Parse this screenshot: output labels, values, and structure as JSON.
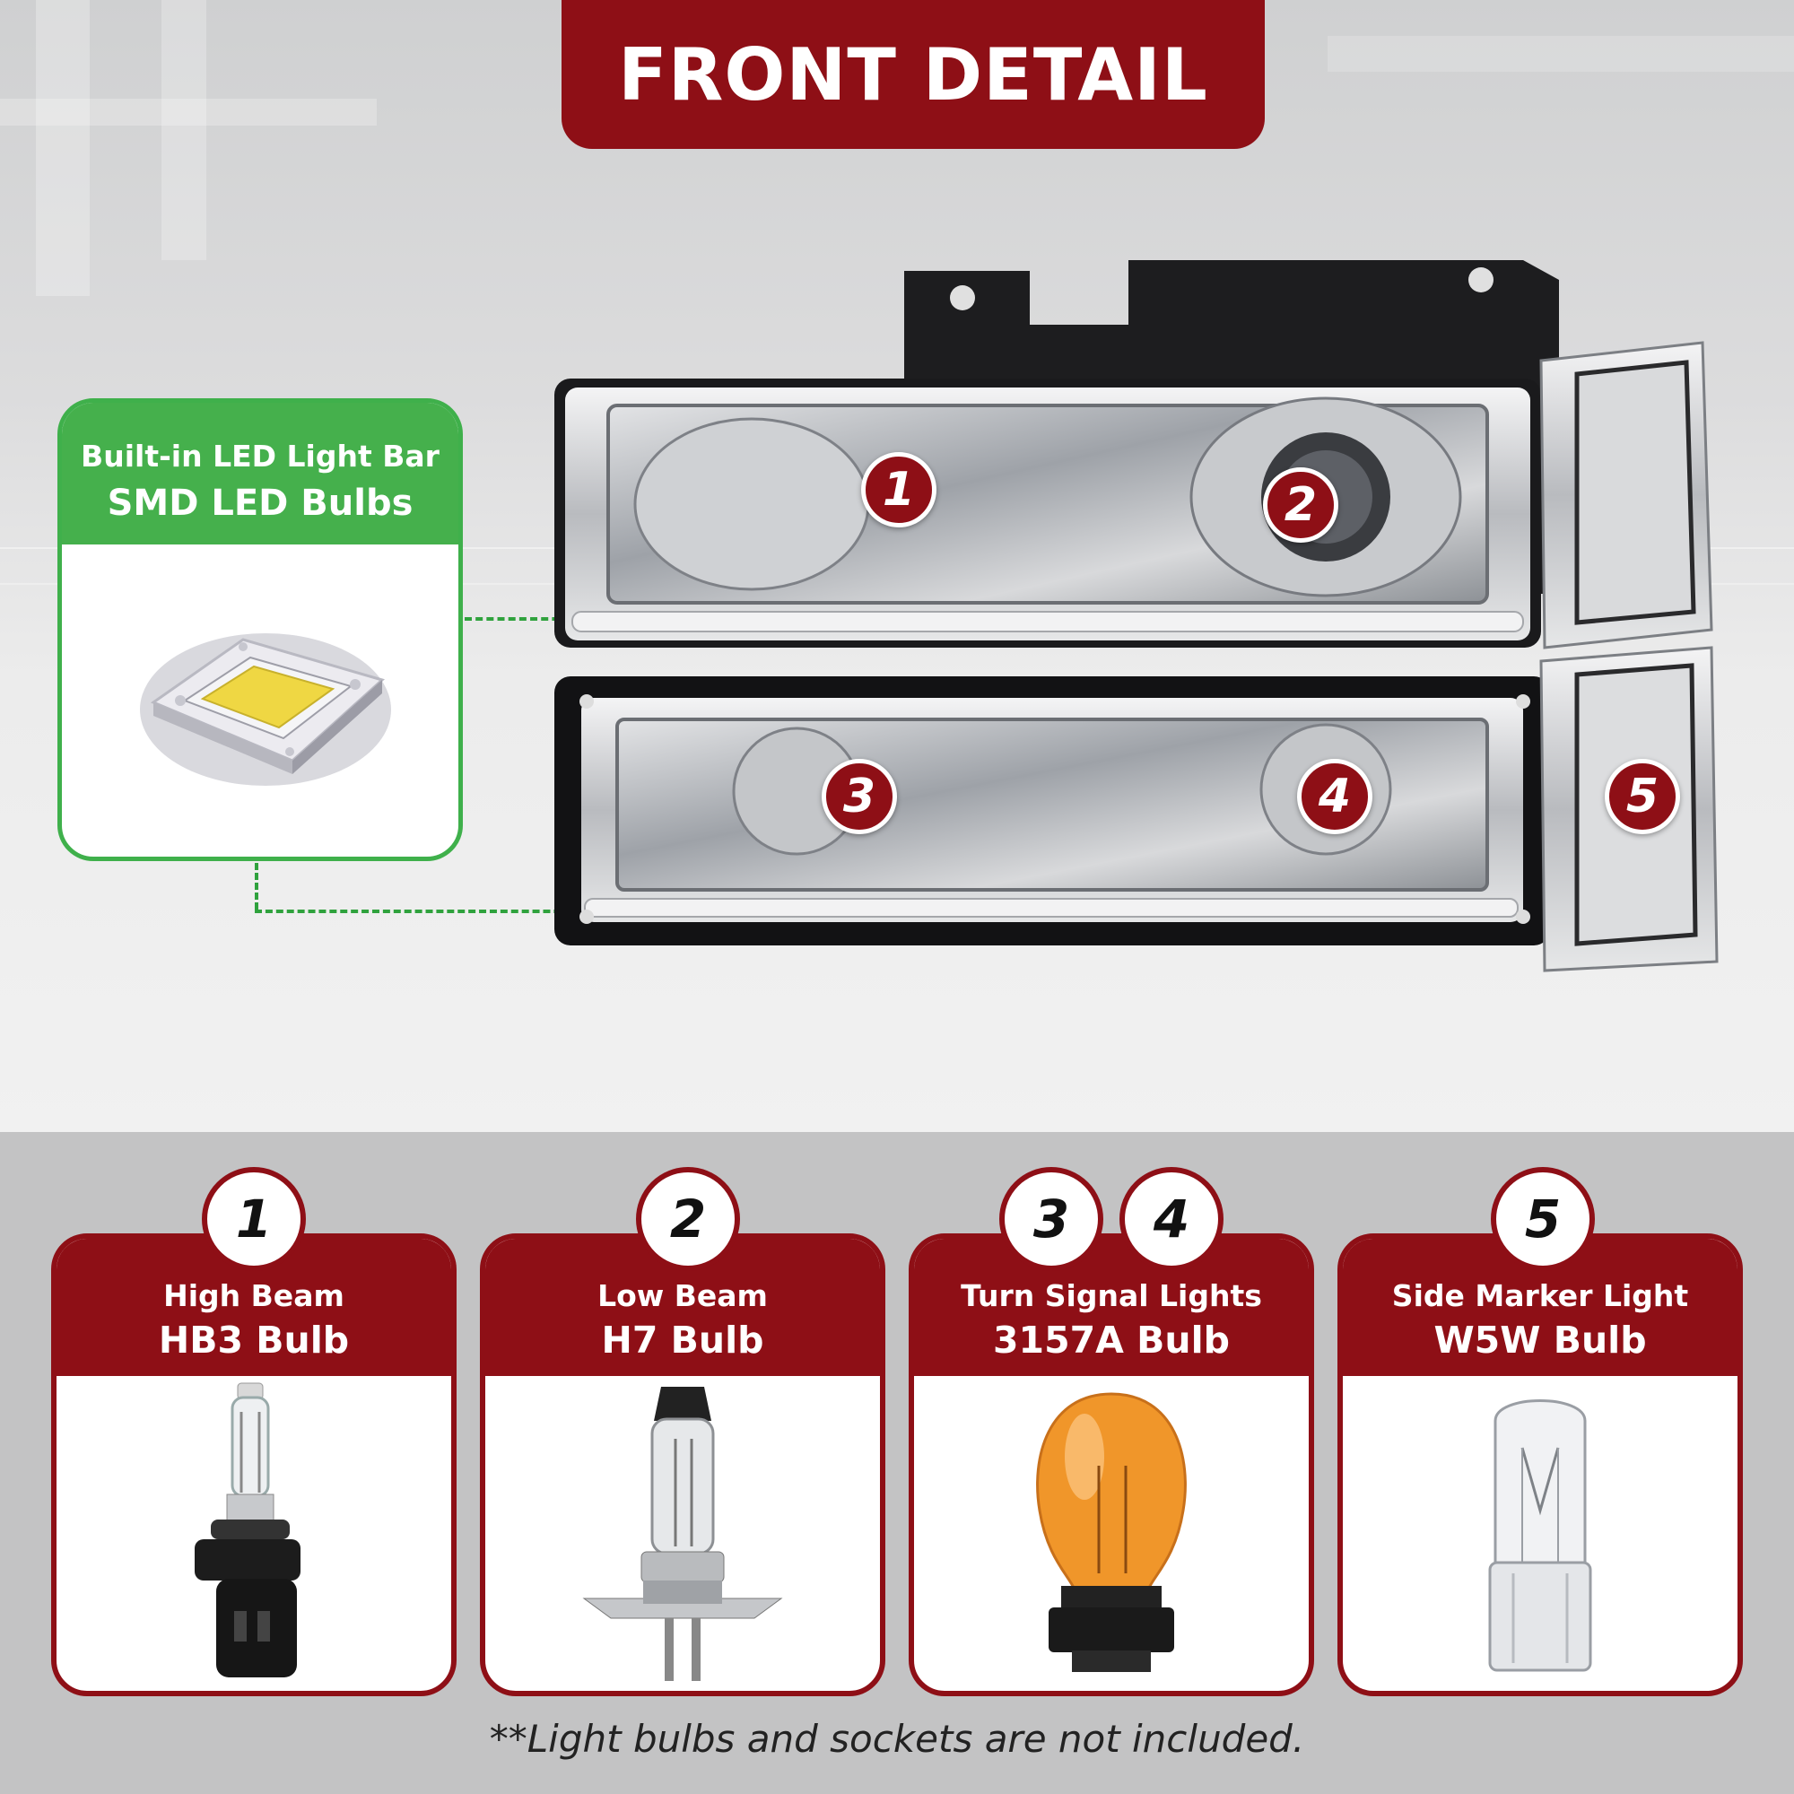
{
  "title": "FRONT DETAIL",
  "led_callout": {
    "line1": "Built-in LED Light Bar",
    "line2": "SMD LED Bulbs",
    "image": "cob-led-chip"
  },
  "markers": [
    {
      "number": "1"
    },
    {
      "number": "2"
    },
    {
      "number": "3"
    },
    {
      "number": "4"
    },
    {
      "number": "5"
    }
  ],
  "bulbs": [
    {
      "numbers": [
        "1"
      ],
      "line1": "High Beam",
      "line2": "HB3 Bulb",
      "image": "hb3-bulb"
    },
    {
      "numbers": [
        "2"
      ],
      "line1": "Low Beam",
      "line2": "H7 Bulb",
      "image": "h7-bulb"
    },
    {
      "numbers": [
        "3",
        "4"
      ],
      "line1": "Turn Signal Lights",
      "line2": "3157A Bulb",
      "image": "3157a-amber-bulb"
    },
    {
      "numbers": [
        "5"
      ],
      "line1": "Side Marker Light",
      "line2": "W5W Bulb",
      "image": "w5w-wedge-bulb"
    }
  ],
  "footnote": "**Light bulbs and sockets are not included.",
  "colors": {
    "brand_red": "#8e0f16",
    "accent_green": "#45b04c",
    "background_gray": "#c3c3c4"
  }
}
